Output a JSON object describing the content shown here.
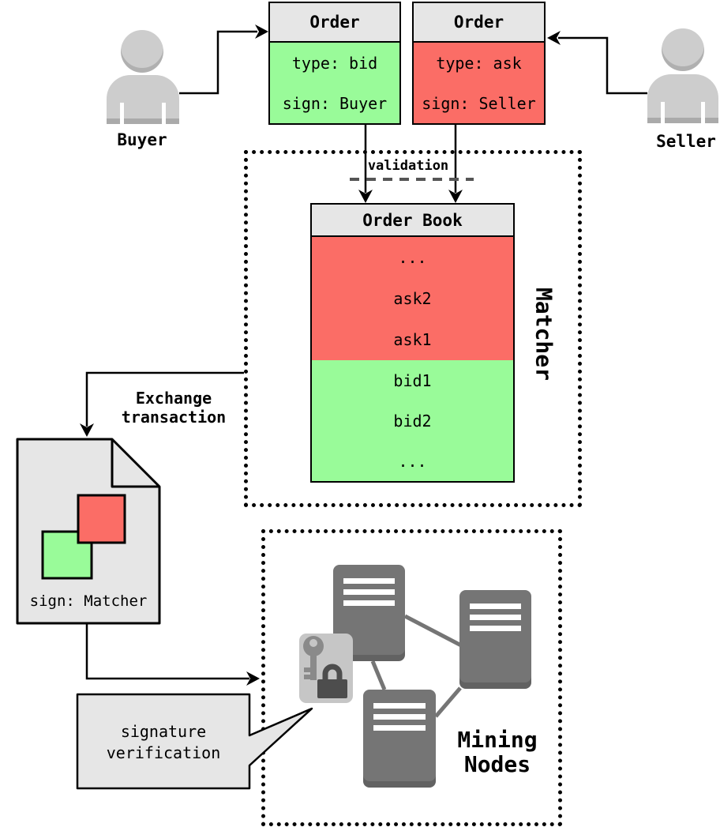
{
  "colors": {
    "green": "#99fb99",
    "red": "#fb6d66",
    "panel_gray": "#e6e6e6",
    "dash_gray": "#555555",
    "node_gray": "#757575",
    "person_gray": "#cdcdcd",
    "icon_bg": "#c6c6c6",
    "key_gray": "#8a8a8a",
    "lock_gray": "#4d4d4d"
  },
  "actors": {
    "buyer": {
      "label": "Buyer"
    },
    "seller": {
      "label": "Seller"
    }
  },
  "orders": [
    {
      "title": "Order",
      "rows": [
        "type: bid",
        "sign: Buyer"
      ]
    },
    {
      "title": "Order",
      "rows": [
        "type: ask",
        "sign: Seller"
      ]
    }
  ],
  "matcher": {
    "label": "Matcher",
    "validation_label": "validation",
    "order_book": {
      "title": "Order Book",
      "asks": [
        "...",
        "ask2",
        "ask1"
      ],
      "bids": [
        "bid1",
        "bid2",
        "..."
      ]
    }
  },
  "exchange": {
    "label_line1": "Exchange",
    "label_line2": "transaction",
    "document_sign": "sign: Matcher"
  },
  "mining": {
    "label_line1": "Mining",
    "label_line2": "Nodes",
    "bubble_line1": "signature",
    "bubble_line2": "verification"
  }
}
